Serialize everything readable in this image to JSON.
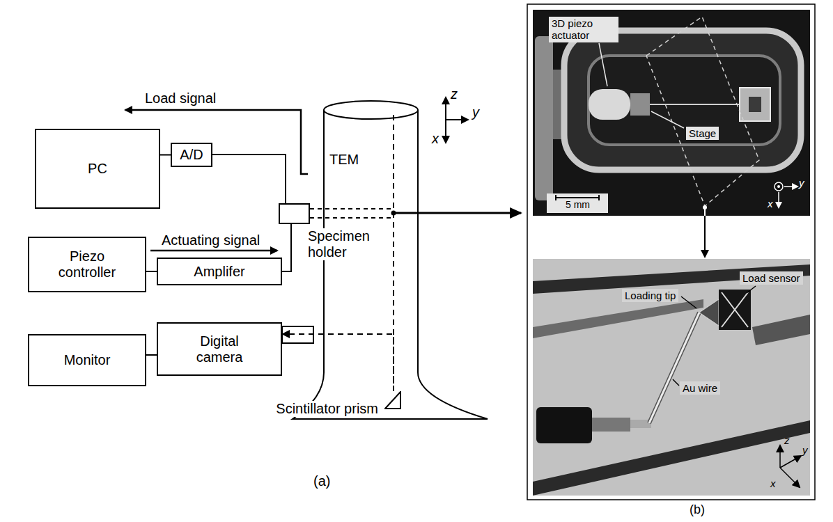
{
  "diagram": {
    "nodes": [
      {
        "text": [
          "PC"
        ]
      },
      {
        "text": [
          "A/D"
        ]
      },
      {
        "text": [
          "TEM"
        ]
      },
      {
        "text": [
          "Specimen holder"
        ]
      },
      {
        "text": [
          "Piezo controller"
        ]
      },
      {
        "text": [
          "Amplifer"
        ]
      },
      {
        "text": [
          "Monitor"
        ]
      },
      {
        "text": [
          "Digital camera"
        ]
      },
      {
        "text": [
          "Scintillator prism"
        ],
        "in": 2
      }
    ],
    "edges": [
      {
        "from": 1,
        "to": 0,
        "arrow": "none"
      },
      {
        "from": 3,
        "to": 1,
        "arrow": "none"
      },
      {
        "from": 4,
        "to": 5,
        "arrow": "none"
      },
      {
        "from": 5,
        "to": 3,
        "arrow": "none"
      },
      {
        "from": 6,
        "to": 7,
        "arrow": "none"
      },
      {
        "from": 8,
        "to": 7,
        "arrow": "to"
      }
    ],
    "labels": [
      "Load signal",
      "Actuating signal",
      "z",
      "y",
      "x",
      "(a)",
      "3D piezo actuator",
      "Stage",
      "5 mm",
      "y",
      "x",
      "Load sensor",
      "Loading tip",
      "Au wire",
      "z",
      "y",
      "x",
      "(b)"
    ]
  }
}
